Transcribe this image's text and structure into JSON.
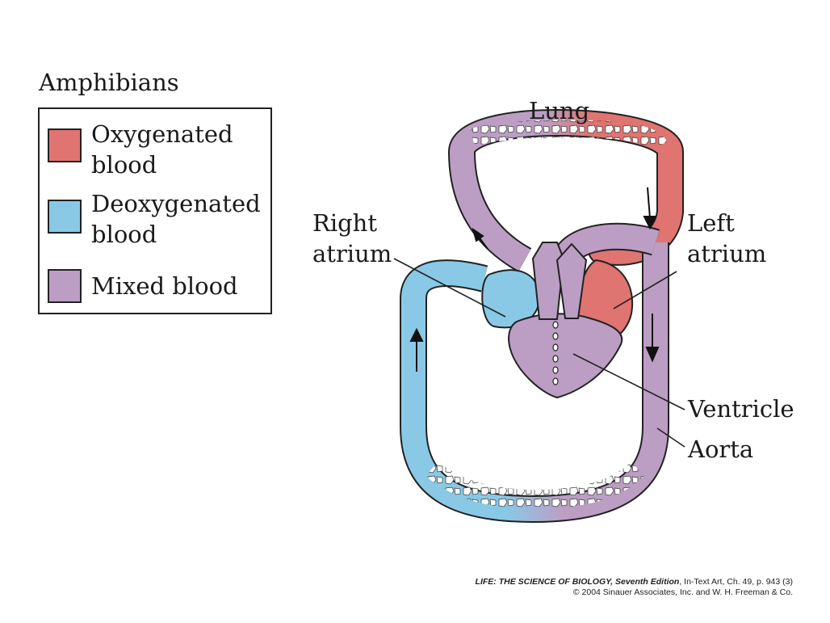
{
  "legend": {
    "title": "Amphibians",
    "items": [
      {
        "label": "Oxygenated\nblood",
        "color": "#e07471"
      },
      {
        "label": "Deoxygenated\nblood",
        "color": "#89c9e6"
      },
      {
        "label": "Mixed blood",
        "color": "#bc9ec4"
      }
    ]
  },
  "labels": {
    "lung": "Lung",
    "right_atrium": "Right\natrium",
    "left_atrium": "Left\natrium",
    "ventricle": "Ventricle",
    "aorta": "Aorta"
  },
  "colors": {
    "oxygenated": "#e07471",
    "deoxygenated": "#89c9e6",
    "mixed": "#bc9ec4",
    "outline": "#222222"
  },
  "caption": {
    "book_title": "LIFE: THE SCIENCE OF BIOLOGY, Seventh Edition",
    "reference": ", In-Text Art, Ch. 49, p. 943 (3)",
    "copyright": "© 2004 Sinauer Associates, Inc. and W. H. Freeman & Co."
  }
}
